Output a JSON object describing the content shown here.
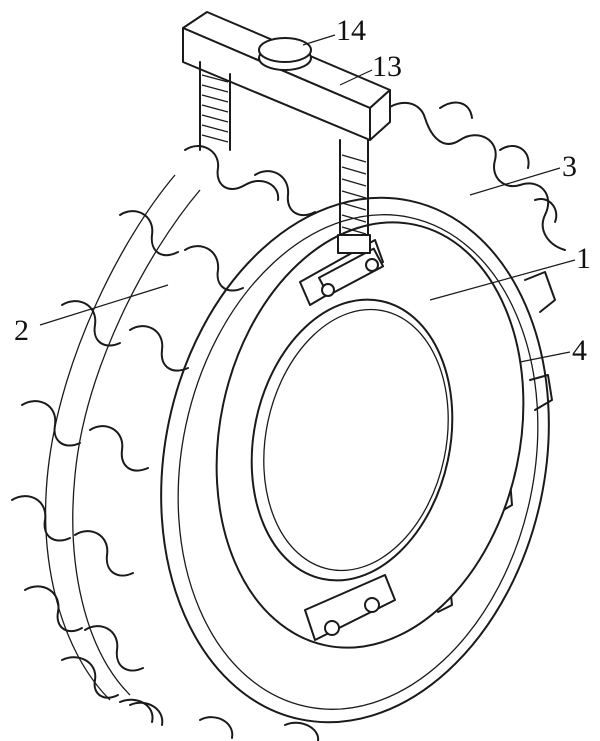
{
  "labels": {
    "part_1": "1",
    "part_2": "2",
    "part_3": "3",
    "part_4": "4",
    "part_13": "13",
    "part_14": "14"
  },
  "colors": {
    "line": "#1a1a1a",
    "background": "#ffffff"
  }
}
